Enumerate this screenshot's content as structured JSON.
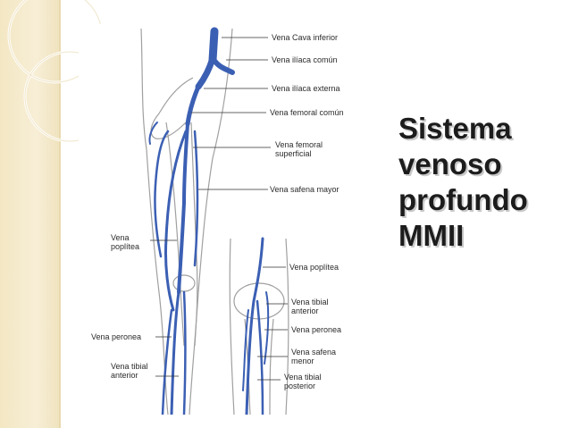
{
  "slide": {
    "title_lines": [
      "Sistema",
      "venoso",
      "profundo",
      "MMII"
    ]
  },
  "labels": {
    "cava": "Vena Cava inferior",
    "iliaca_comun": "Vena ilíaca común",
    "iliaca_externa": "Vena ilíaca externa",
    "femoral_comun": "Vena femoral común",
    "femoral_sup_1": "Vena femoral",
    "femoral_sup_2": "superficial",
    "safena_mayor": "Vena safena mayor",
    "poplitea_left_1": "Vena",
    "poplitea_left_2": "poplítea",
    "poplitea_right": "Vena poplítea",
    "tibial_ant_right_1": "Vena tibial",
    "tibial_ant_right_2": "anterior",
    "peronea_left": "Vena peronea",
    "peronea_right": "Vena peronea",
    "safena_menor_1": "Vena safena",
    "safena_menor_2": "menor",
    "tibial_ant_left_1": "Vena tibial",
    "tibial_ant_left_2": "anterior",
    "tibial_post_1": "Vena tibial",
    "tibial_post_2": "posterior"
  },
  "colors": {
    "vein": "#3b5fb3",
    "bone_outline": "#9a9a9a",
    "accent_strip": "#f3e7c3"
  }
}
